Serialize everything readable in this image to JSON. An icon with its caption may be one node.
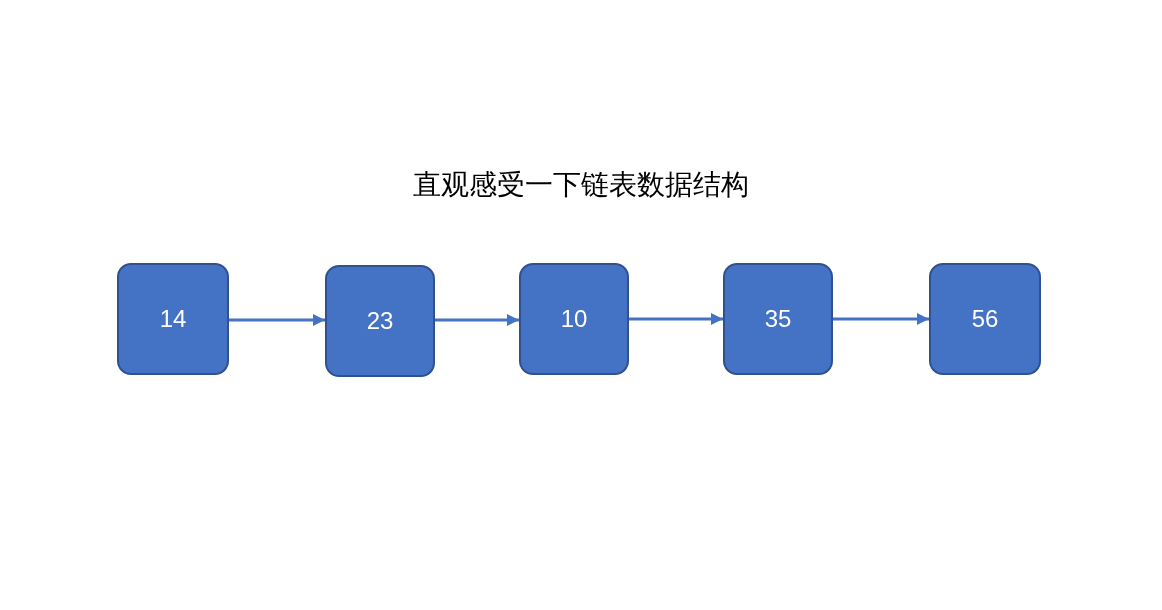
{
  "diagram": {
    "title": "直观感受一下链表数据结构",
    "nodes": [
      {
        "text": [
          "14"
        ]
      },
      {
        "text": [
          "23"
        ]
      },
      {
        "text": [
          "10"
        ]
      },
      {
        "text": [
          "35"
        ]
      },
      {
        "text": [
          "56"
        ]
      }
    ],
    "edges": [
      {
        "from": 0,
        "to": 1,
        "arrow": "to"
      },
      {
        "from": 1,
        "to": 2,
        "arrow": "to"
      },
      {
        "from": 2,
        "to": 3,
        "arrow": "to"
      },
      {
        "from": 3,
        "to": 4,
        "arrow": "to"
      }
    ]
  }
}
